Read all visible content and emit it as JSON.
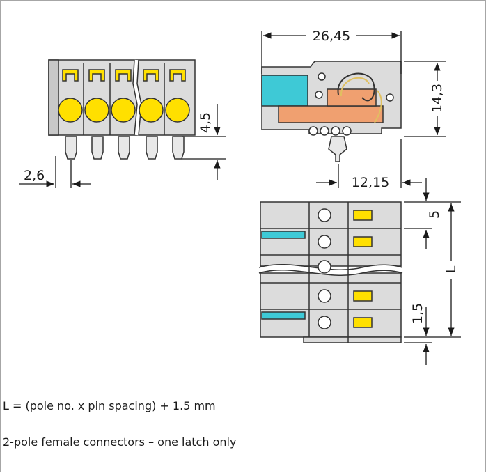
{
  "dimensions": {
    "total_length": "26,45",
    "height": "14,3",
    "pin_offset": "12,15",
    "pin_depth": "4,5",
    "edge_offset": "2,6",
    "pin_spacing": "5",
    "extra": "1,5",
    "length_symbol": "L"
  },
  "notes": {
    "formula": "L = (pole no. x pin spacing) + 1.5 mm",
    "latch_note": "2-pole female connectors – one latch only"
  },
  "colors": {
    "body": "#dcdcdc",
    "outline": "#333333",
    "yellow": "#ffe000",
    "cyan": "#3ec9d6",
    "orange": "#f0a070"
  }
}
